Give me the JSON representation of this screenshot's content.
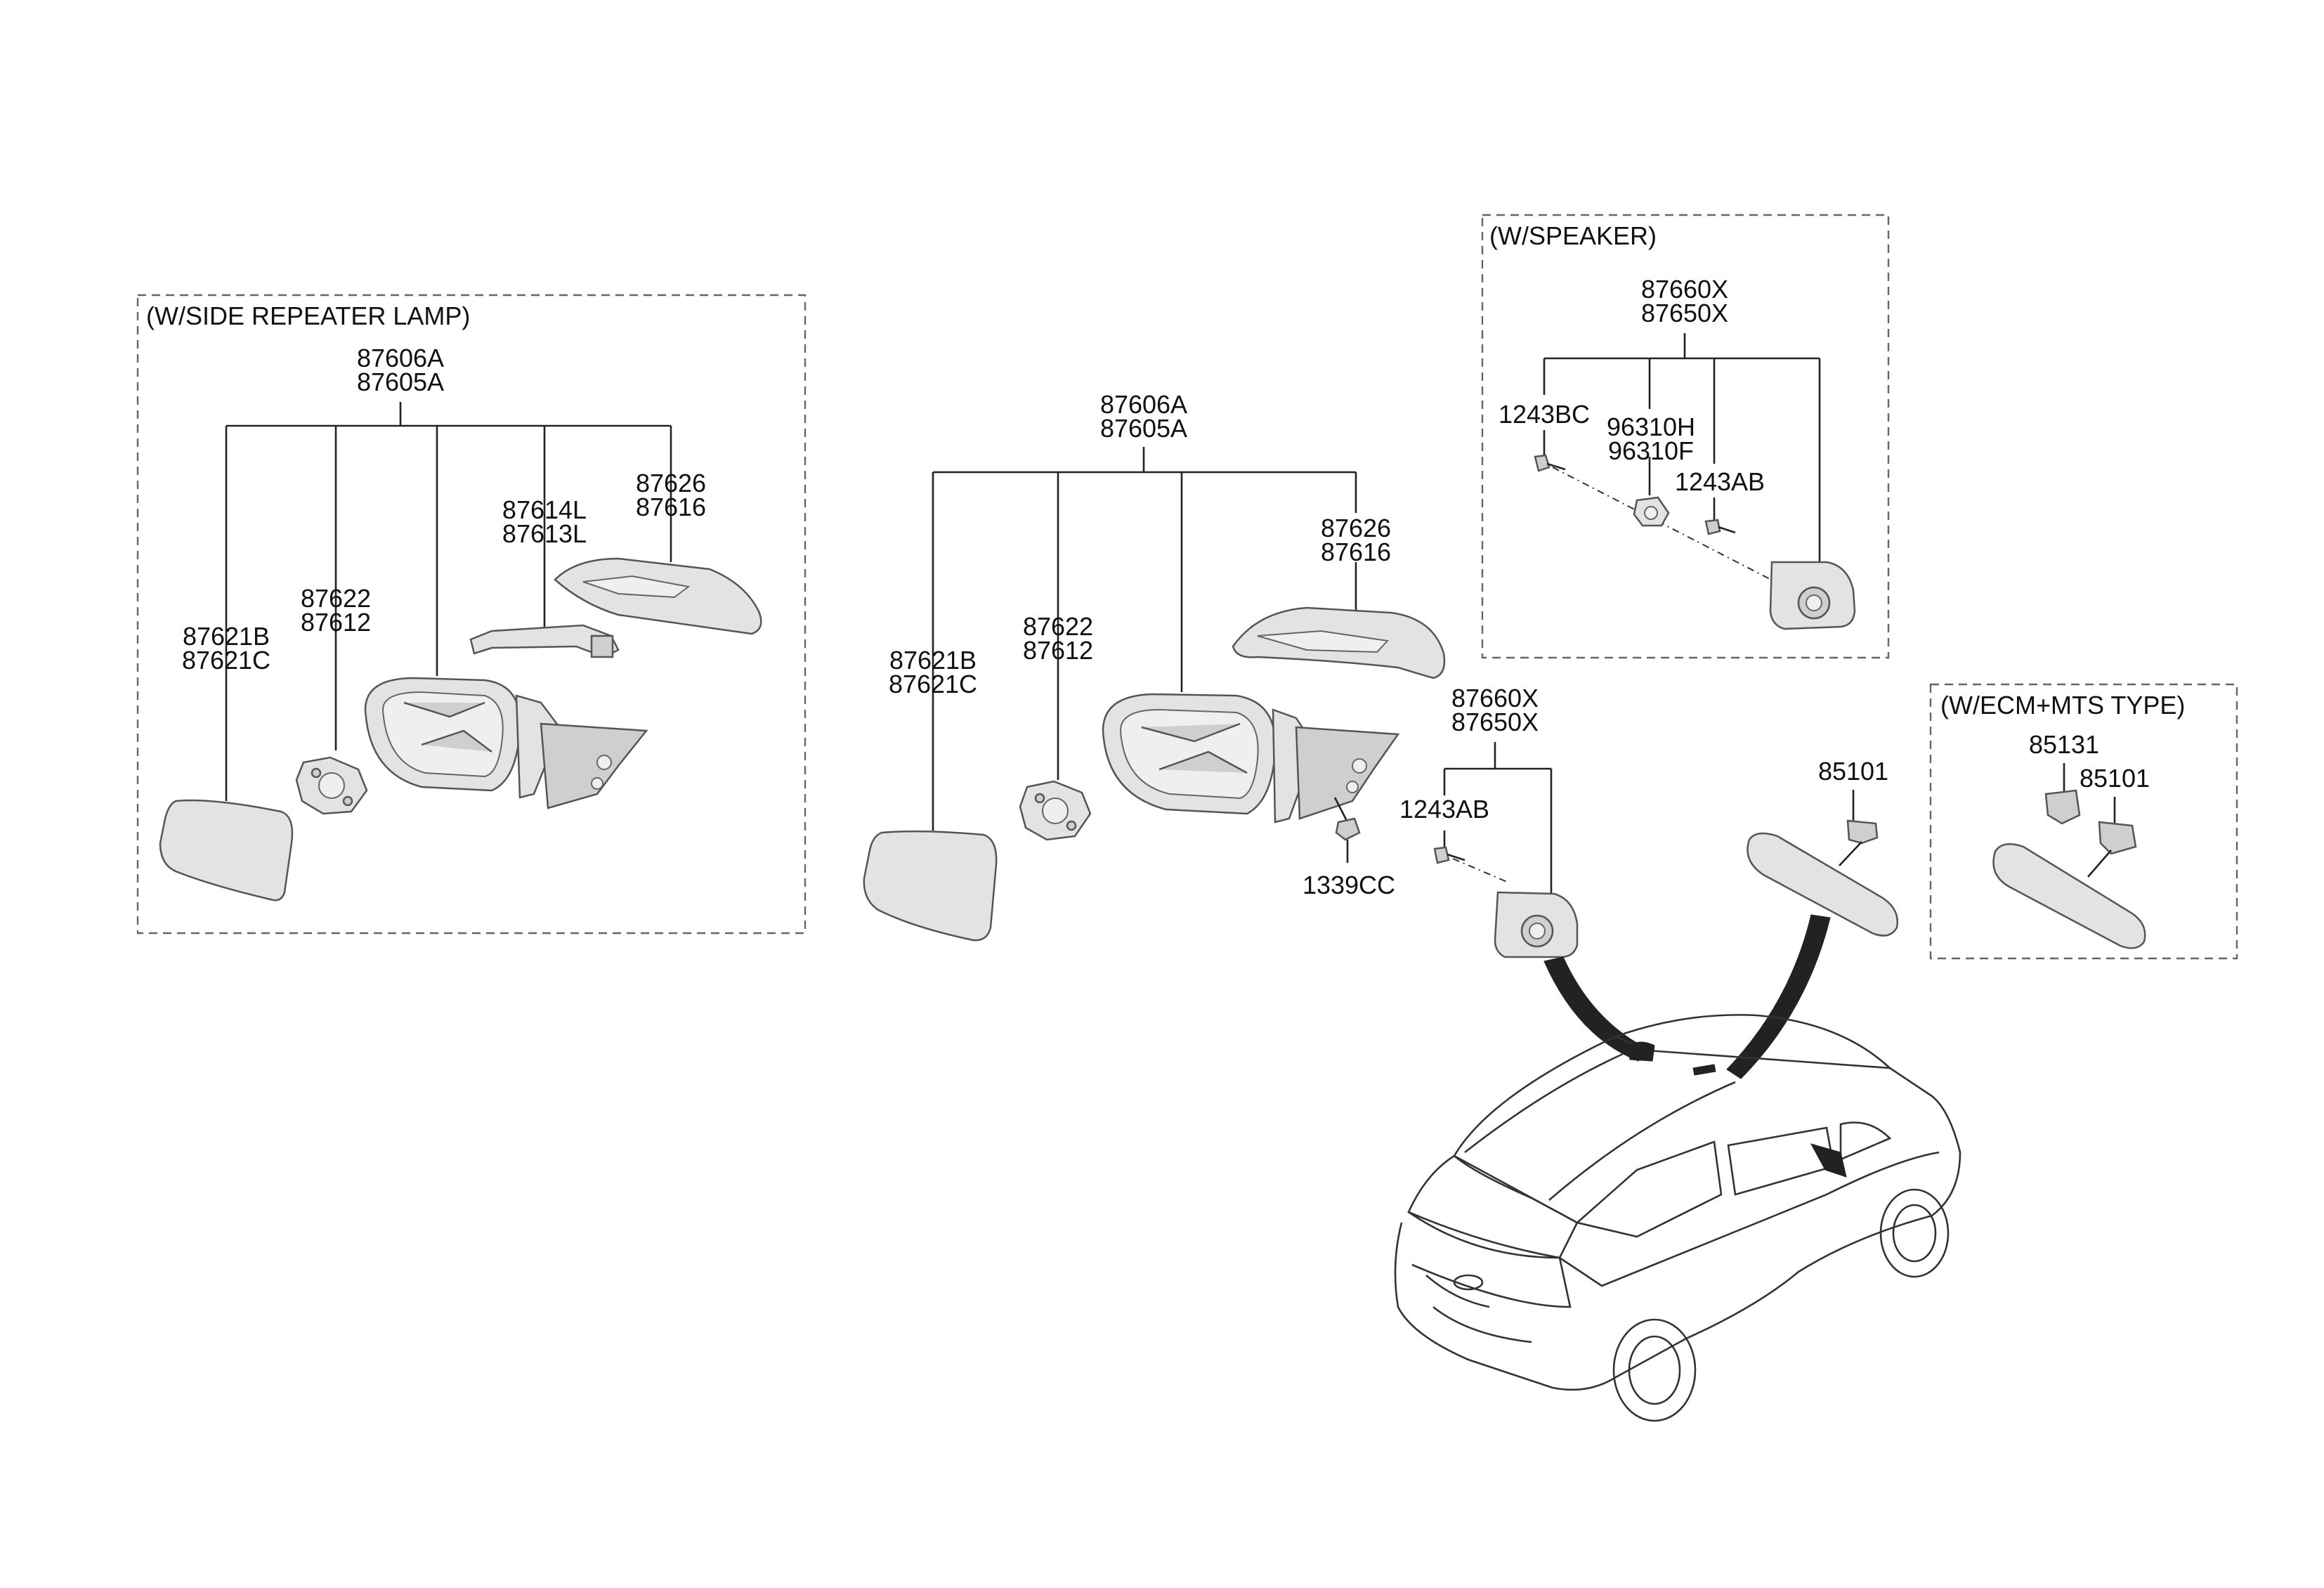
{
  "groups": {
    "side_repeater": {
      "title": "(W/SIDE REPEATER LAMP)",
      "assy_1": "87606A",
      "assy_2": "87605A",
      "cover_1": "87626",
      "cover_2": "87616",
      "lamp_1": "87614L",
      "lamp_2": "87613L",
      "actuator_1": "87622",
      "actuator_2": "87612",
      "glass_1": "87621B",
      "glass_2": "87621C"
    },
    "main_mirror": {
      "assy_1": "87606A",
      "assy_2": "87605A",
      "cover_1": "87626",
      "cover_2": "87616",
      "actuator_1": "87622",
      "actuator_2": "87612",
      "glass_1": "87621B",
      "glass_2": "87621C",
      "nut": "1339CC"
    },
    "speaker": {
      "title": "(W/SPEAKER)",
      "garnish_1": "87660X",
      "garnish_2": "87650X",
      "screw_a": "1243BC",
      "speaker_1": "96310H",
      "speaker_2": "96310F",
      "screw_b": "1243AB"
    },
    "garnish": {
      "garnish_1": "87660X",
      "garnish_2": "87650X",
      "screw": "1243AB"
    },
    "inside_mirror": {
      "part": "85101"
    },
    "ecm_mts": {
      "title": "(W/ECM+MTS TYPE)",
      "cover": "85131",
      "mirror": "85101"
    }
  },
  "icons": [
    "outside-mirror-glass",
    "mirror-actuator",
    "mirror-housing",
    "mirror-cover-scalp",
    "side-repeater-lamp",
    "delta-garnish",
    "tweeter-speaker",
    "screw",
    "nut",
    "inside-rear-view-mirror",
    "vehicle-suv"
  ]
}
